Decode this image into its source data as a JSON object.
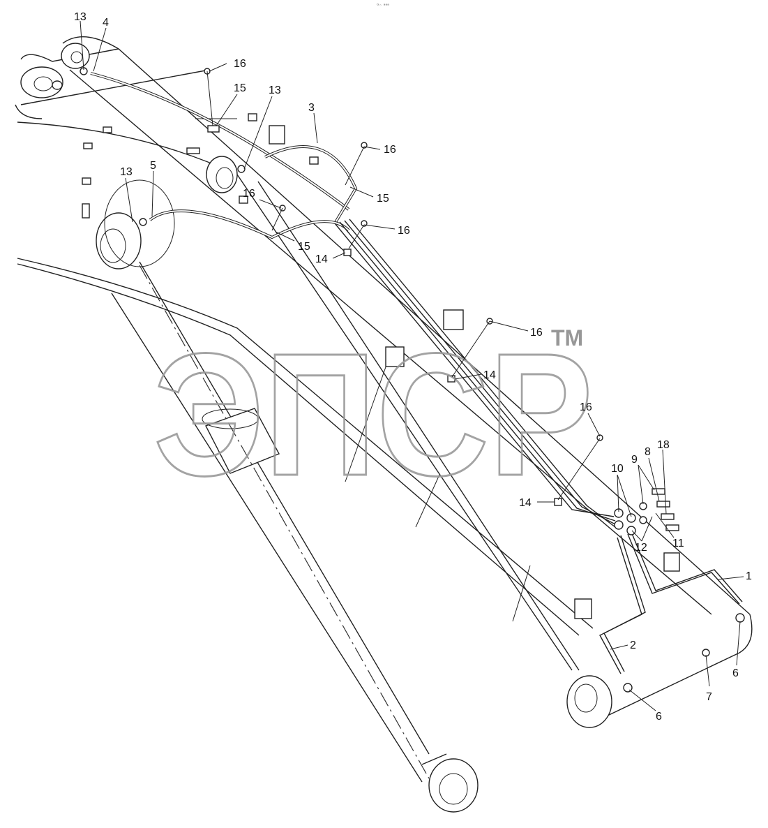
{
  "doc_code": "ᴳ◦ ᵃᵃᵃ",
  "watermark": {
    "text": "ЭПСР",
    "tm": "TM"
  },
  "callouts": {
    "c13a": "13",
    "c4": "4",
    "c16a": "16",
    "c15a": "15",
    "c13b": "13",
    "c3": "3",
    "c16b": "16",
    "c13c": "13",
    "c5": "5",
    "c16c": "16",
    "c15b": "15",
    "c15c": "15",
    "c16d": "16",
    "c14a": "14",
    "c16e": "16",
    "c14b": "14",
    "c16f": "16",
    "c10": "10",
    "c9": "9",
    "c8": "8",
    "c18": "18",
    "c14c": "14",
    "c11": "11",
    "c12": "12",
    "c1": "1",
    "c2": "2",
    "c6a": "6",
    "c7": "7",
    "c6b": "6"
  }
}
